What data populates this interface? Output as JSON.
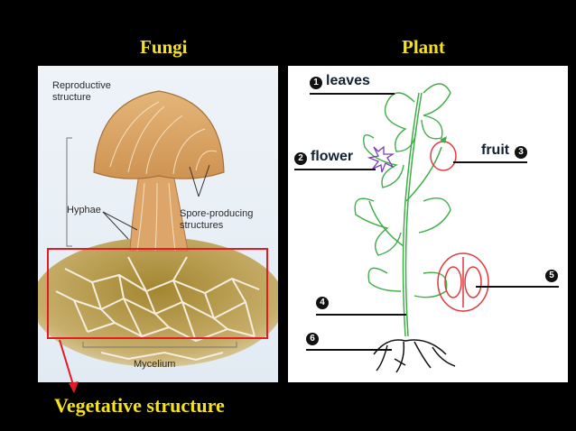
{
  "headings": {
    "fungi": "Fungi",
    "plant": "Plant"
  },
  "fungi": {
    "reproductive_line1": "Reproductive",
    "reproductive_line2": "structure",
    "hyphae": "Hyphae",
    "spore_line1": "Spore-producing",
    "spore_line2": "structures",
    "mycelium": "Mycelium"
  },
  "plant": {
    "labels": [
      {
        "num": "1",
        "text": "leaves"
      },
      {
        "num": "2",
        "text": "flower"
      },
      {
        "num": "3",
        "text": "fruit"
      },
      {
        "num": "4",
        "text": ""
      },
      {
        "num": "5",
        "text": ""
      },
      {
        "num": "6",
        "text": ""
      }
    ]
  },
  "vegetative_label": "Vegetative structure",
  "colors": {
    "heading": "#f6e21a",
    "highlight": "#e31b23",
    "mushroom": "#d9a15f",
    "soil": "#a98a3c",
    "stem": "#3fae49",
    "fruit": "#e0393e",
    "flower": "#7b3fb5"
  }
}
